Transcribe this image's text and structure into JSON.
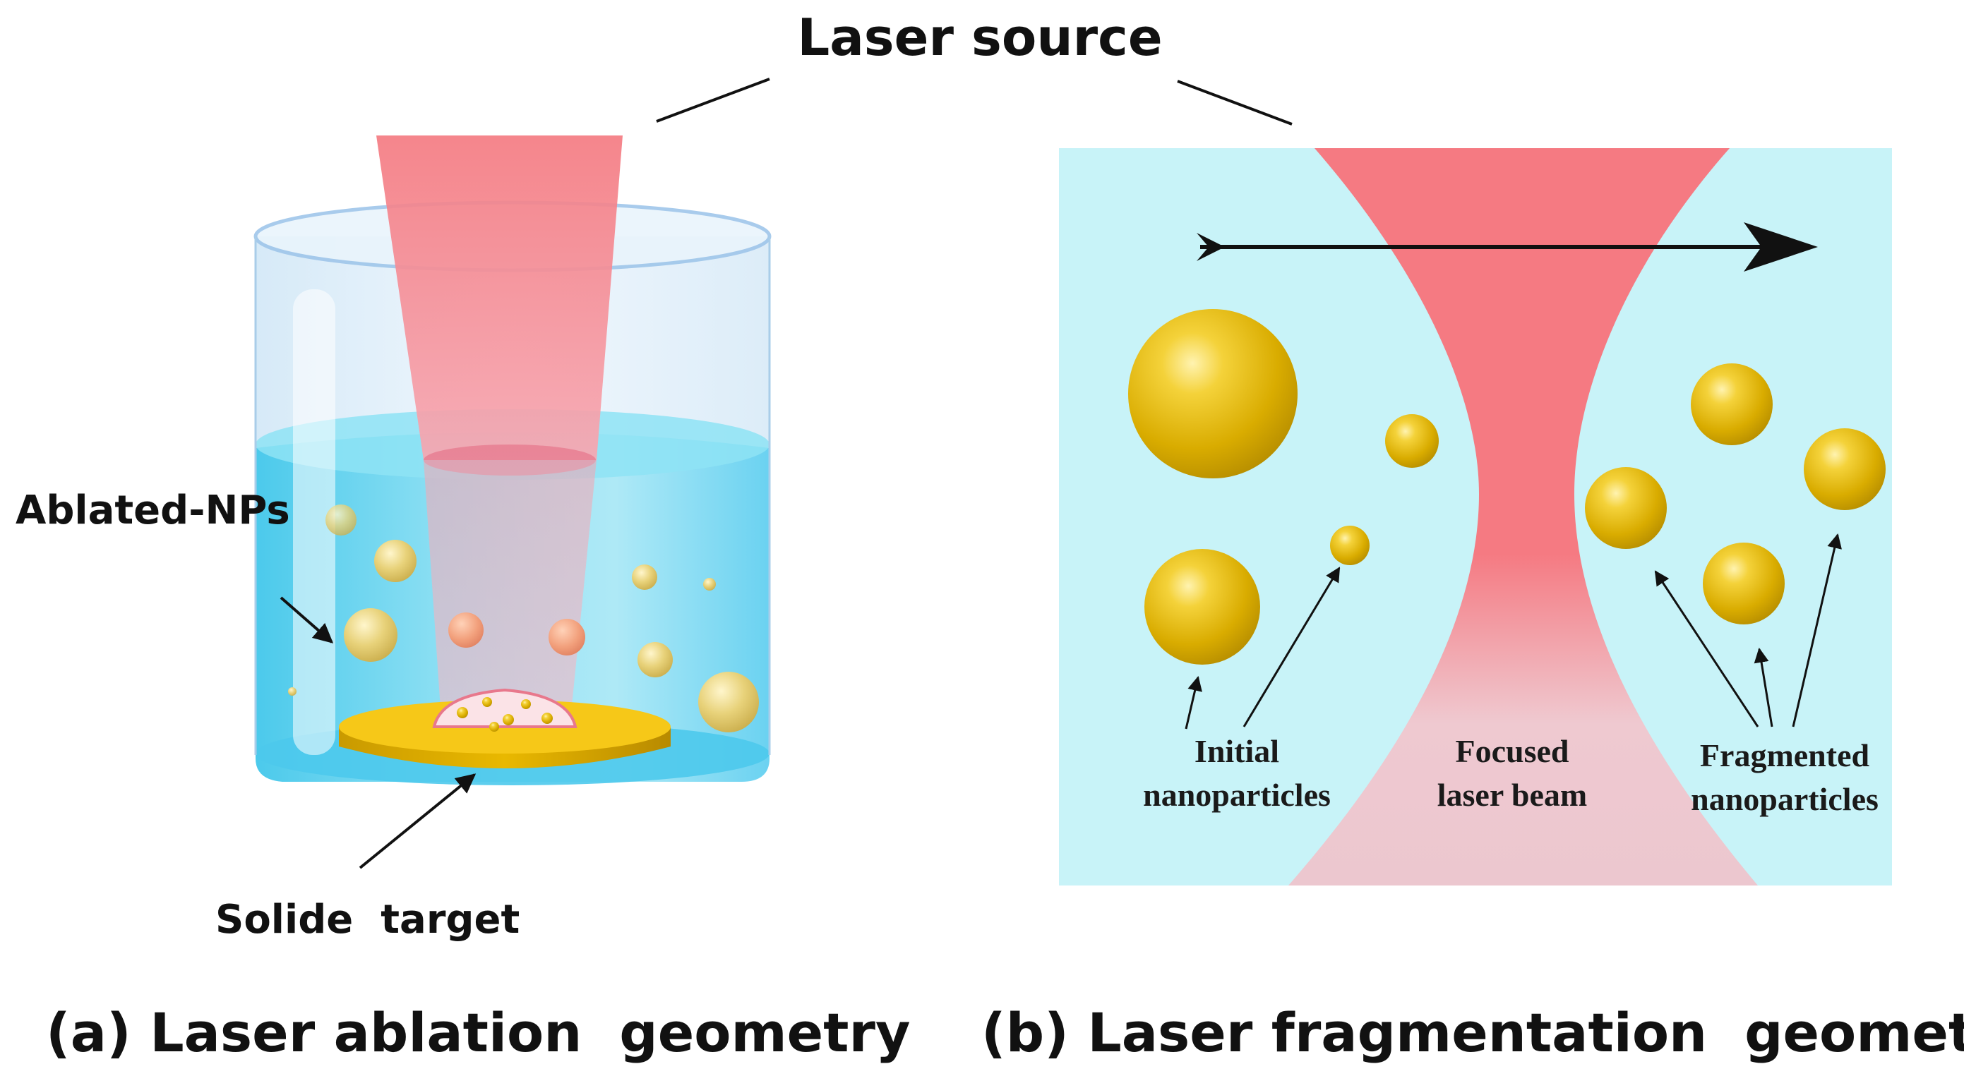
{
  "header": {
    "title": "Laser source"
  },
  "panel_a": {
    "ablated_label": "Ablated-NPs",
    "target_label": "Solide  target",
    "caption": "(a) Laser ablation  geometry"
  },
  "panel_b": {
    "initial_line1": "Initial",
    "initial_line2": "nanoparticles",
    "focused_line1": "Focused",
    "focused_line2": "laser beam",
    "fragmented_line1": "Fragmented",
    "fragmented_line2": "nanoparticles",
    "caption": "(b) Laser fragmentation  geometry"
  },
  "colors": {
    "laser": "#f47c82",
    "laser_light": "#f8c9cf",
    "water": "#5fd3ef",
    "panel_bg": "#c9f3f7",
    "gold": "#e0b800",
    "target": "#f0c000"
  }
}
